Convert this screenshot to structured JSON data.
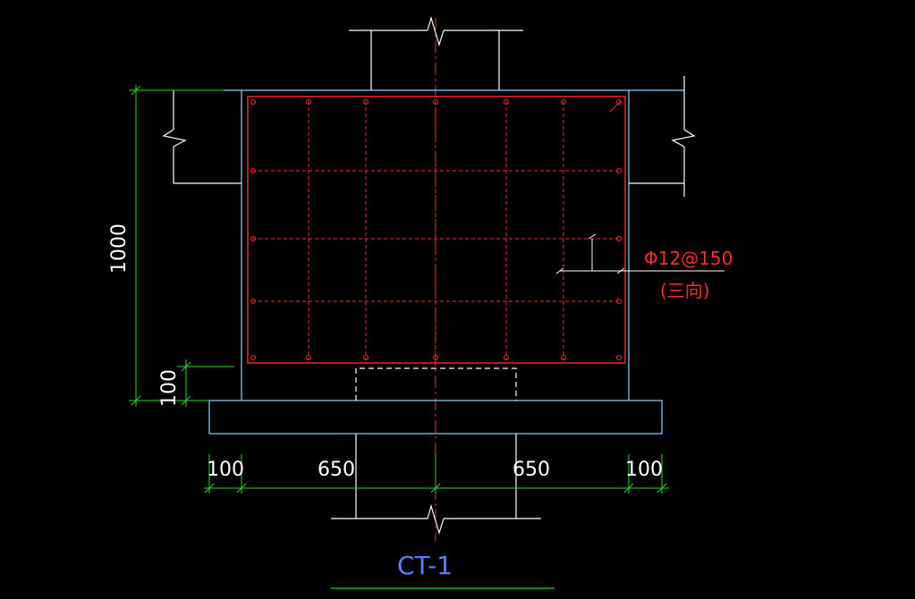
{
  "drawing": {
    "title": "CT-1",
    "rebar_spec": "Φ12@150",
    "rebar_note": "(三向)"
  },
  "dimensions": {
    "height_total": "1000",
    "cover_bottom": "100",
    "bottom": [
      "100",
      "650",
      "650",
      "100"
    ]
  },
  "colors": {
    "background": "#000000",
    "outline": "#8fd0ff",
    "rebar": "#ff2a2a",
    "dimension": "#22dd22",
    "text": "#ffffff",
    "title": "#5b7fff",
    "centerline": "#ff2a2a"
  }
}
